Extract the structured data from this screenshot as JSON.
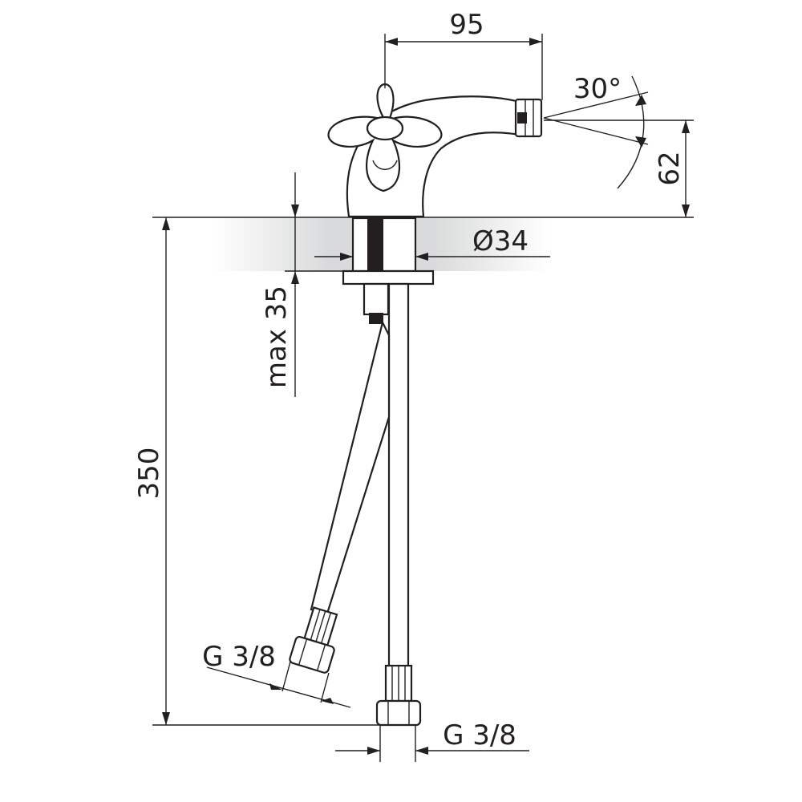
{
  "dimensions": {
    "spout_reach": "95",
    "spray_angle": "30°",
    "spout_height": "62",
    "hole_diameter": "Ø34",
    "max_deck_thickness": "max 35",
    "total_height": "350",
    "hose_thread_left": "G 3/8",
    "hose_thread_right": "G 3/8"
  },
  "colors": {
    "ink": "#231f20",
    "deck_shade": "#d9dadb",
    "background": "#ffffff"
  }
}
